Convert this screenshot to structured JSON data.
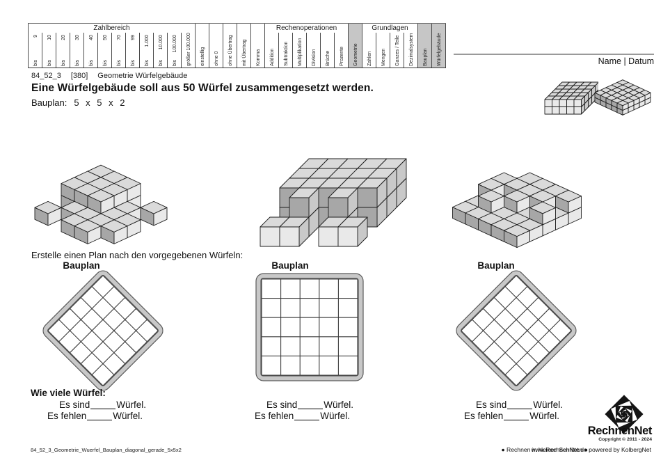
{
  "doc": {
    "code": "84_52_3",
    "ref": "[380]",
    "topic": "Geometrie Würfelgebäude",
    "title": "Eine Würfelgebäude soll aus 50 Würfel zusammengesetzt werden.",
    "bauplan_label": "Bauplan:",
    "bauplan_value": "5 x 5 x 2"
  },
  "header": {
    "name_datum": "Name | Datum"
  },
  "topic_matrix": {
    "highlight_color": "#c6c6c6",
    "groups": [
      {
        "header": "Zahlbereich",
        "columns": [
          {
            "parts": [
              "bis",
              "9"
            ]
          },
          {
            "parts": [
              "bis",
              "10"
            ]
          },
          {
            "parts": [
              "bis",
              "20"
            ]
          },
          {
            "parts": [
              "bis",
              "30"
            ]
          },
          {
            "parts": [
              "bis",
              "40"
            ]
          },
          {
            "parts": [
              "bis",
              "50"
            ]
          },
          {
            "parts": [
              "bis",
              "70"
            ]
          },
          {
            "parts": [
              "bis",
              "99"
            ]
          },
          {
            "parts": [
              "bis",
              "1.000"
            ]
          },
          {
            "parts": [
              "bis",
              "10.000"
            ]
          },
          {
            "parts": [
              "bis",
              "100.000"
            ]
          },
          {
            "parts": [
              "größer 100.000"
            ]
          }
        ]
      },
      {
        "header": null,
        "columns": [
          {
            "parts": [
              "einstellig"
            ]
          },
          {
            "parts": [
              "ohne 0"
            ]
          },
          {
            "parts": [
              "ohne Übertrag"
            ]
          },
          {
            "parts": [
              "mit Übertrag"
            ]
          },
          {
            "parts": [
              "Komma"
            ]
          }
        ]
      },
      {
        "header": "Rechenoperationen",
        "columns": [
          {
            "parts": [
              "Addition"
            ]
          },
          {
            "parts": [
              "Subtraktion"
            ]
          },
          {
            "parts": [
              "Multiplikation"
            ]
          },
          {
            "parts": [
              "Division"
            ]
          },
          {
            "parts": [
              "Brüche"
            ]
          },
          {
            "parts": [
              "Prozente"
            ]
          }
        ]
      },
      {
        "header": null,
        "columns": [
          {
            "parts": [
              "Geometrie"
            ],
            "highlight": true
          }
        ]
      },
      {
        "header": "Grundlagen",
        "columns": [
          {
            "parts": [
              "Zahlen"
            ]
          },
          {
            "parts": [
              "Mengen"
            ]
          },
          {
            "parts": [
              "Ganzes / Teile"
            ]
          },
          {
            "parts": [
              "Dezimalsystem"
            ]
          }
        ]
      },
      {
        "header": null,
        "columns": [
          {
            "parts": [
              "Bauplan"
            ],
            "highlight": true
          },
          {
            "parts": [
              "Würfelgebäude"
            ],
            "highlight": true
          }
        ]
      }
    ]
  },
  "instruction": "Erstelle einen Plan nach den vorgegebenen Würfeln:",
  "plans": [
    {
      "label": "Bauplan",
      "grid": 5,
      "rotated": true
    },
    {
      "label": "Bauplan",
      "grid": 5,
      "rotated": false
    },
    {
      "label": "Bauplan",
      "grid": 5,
      "rotated": true
    }
  ],
  "figures": {
    "cube_colors": {
      "top": "#dadada",
      "light": "#e9e9e9",
      "dark": "#a7a7a7",
      "side": "#c9c9c9",
      "outline": "#1c1c1c"
    },
    "reference_blocks": [
      {
        "projection": "oblique",
        "heights": [
          [
            2,
            2,
            2,
            2,
            2
          ],
          [
            2,
            2,
            2,
            2,
            2
          ],
          [
            2,
            2,
            2,
            2,
            2
          ],
          [
            2,
            2,
            2,
            2,
            2
          ],
          [
            2,
            2,
            2,
            2,
            2
          ]
        ]
      },
      {
        "projection": "iso",
        "heights": [
          [
            2,
            2,
            2,
            2,
            2
          ],
          [
            2,
            2,
            2,
            2,
            2
          ],
          [
            2,
            2,
            2,
            2,
            2
          ],
          [
            2,
            2,
            2,
            2,
            2
          ],
          [
            2,
            2,
            2,
            2,
            2
          ]
        ]
      }
    ],
    "structures": [
      {
        "projection": "iso",
        "heights": [
          [
            2,
            2,
            2,
            0,
            1
          ],
          [
            2,
            2,
            2,
            1,
            0
          ],
          [
            2,
            2,
            2,
            1,
            1
          ],
          [
            0,
            1,
            1,
            1,
            1
          ],
          [
            1,
            0,
            1,
            1,
            0
          ]
        ]
      },
      {
        "projection": "oblique",
        "heights": [
          [
            1,
            1,
            0,
            1,
            1
          ],
          [
            0,
            2,
            0,
            2,
            0
          ],
          [
            2,
            2,
            2,
            2,
            2
          ],
          [
            2,
            2,
            2,
            2,
            2
          ],
          [
            2,
            2,
            2,
            2,
            2
          ]
        ]
      },
      {
        "projection": "iso",
        "heights": [
          [
            1,
            2,
            2,
            2,
            2
          ],
          [
            2,
            2,
            2,
            2,
            1
          ],
          [
            2,
            1,
            2,
            1,
            2
          ],
          [
            1,
            2,
            1,
            1,
            1
          ],
          [
            1,
            1,
            1,
            1,
            1
          ]
        ]
      }
    ]
  },
  "answers": {
    "heading": "Wie viele Würfel:",
    "columns": [
      {
        "sind_label": "Es sind",
        "sind_suffix": "Würfel.",
        "fehlen_label": "Es fehlen",
        "fehlen_suffix": "Würfel."
      },
      {
        "sind_label": "Es sind",
        "sind_suffix": "Würfel.",
        "fehlen_label": "Es fehlen",
        "fehlen_suffix": "Würfel."
      },
      {
        "sind_label": "Es sind",
        "sind_suffix": "Würfel.",
        "fehlen_label": "Es fehlen",
        "fehlen_suffix": "Würfel."
      }
    ]
  },
  "branding": {
    "logo_text": "RechnenNet",
    "copyright": "Copyright © 2011 - 2024"
  },
  "footer": {
    "left": "84_52_3_Geometrie_Wuerfel_Bauplan_diagonal_gerade_5x5x2",
    "center": "● Rechnen in kleinen Schritten ●",
    "right": "www.RechnenNet.de powered by KolbergNet"
  }
}
